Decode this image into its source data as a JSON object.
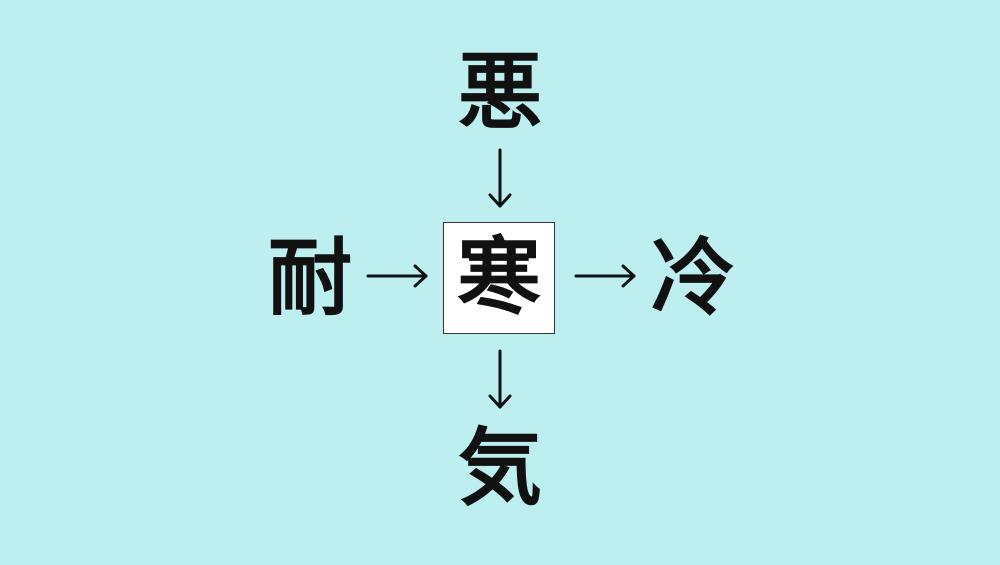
{
  "puzzle": {
    "top": "悪",
    "left": "耐",
    "center": "寒",
    "right": "冷",
    "bottom": "気"
  },
  "colors": {
    "background": "#bdeff1",
    "answer_box": "#ffffff",
    "text": "#111111"
  }
}
